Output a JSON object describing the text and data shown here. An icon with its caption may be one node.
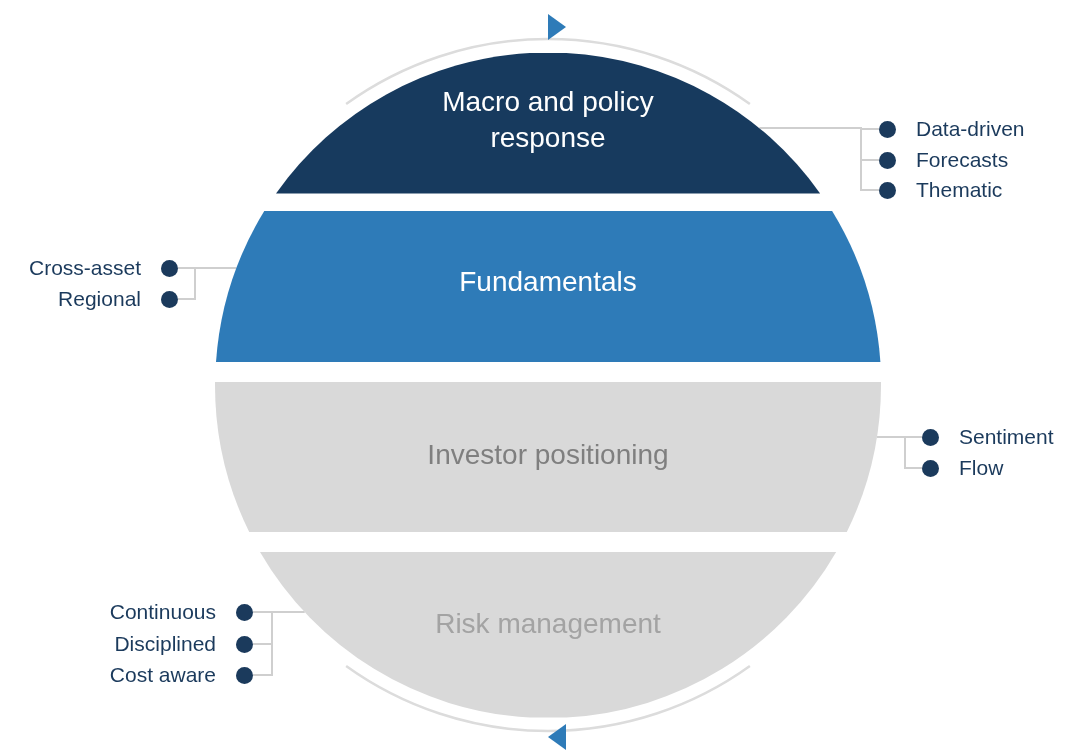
{
  "diagram": {
    "nodes": [
      {
        "text": [
          "Macro and policy response"
        ]
      },
      {
        "text": [
          "Fundamentals"
        ]
      },
      {
        "text": [
          "Investor positioning"
        ]
      },
      {
        "text": [
          "Risk management"
        ]
      },
      {
        "text": [
          "Data-driven"
        ]
      },
      {
        "text": [
          "Forecasts"
        ]
      },
      {
        "text": [
          "Thematic"
        ]
      },
      {
        "text": [
          "Cross-asset"
        ]
      },
      {
        "text": [
          "Regional"
        ]
      },
      {
        "text": [
          "Sentiment"
        ]
      },
      {
        "text": [
          "Flow"
        ]
      },
      {
        "text": [
          "Continuous"
        ]
      },
      {
        "text": [
          "Disciplined"
        ]
      },
      {
        "text": [
          "Cost aware"
        ]
      }
    ],
    "edges": [
      {
        "from": 0,
        "to": 4,
        "arrow": "none"
      },
      {
        "from": 0,
        "to": 5,
        "arrow": "none"
      },
      {
        "from": 0,
        "to": 6,
        "arrow": "none"
      },
      {
        "from": 1,
        "to": 7,
        "arrow": "none"
      },
      {
        "from": 1,
        "to": 8,
        "arrow": "none"
      },
      {
        "from": 2,
        "to": 9,
        "arrow": "none"
      },
      {
        "from": 2,
        "to": 10,
        "arrow": "none"
      },
      {
        "from": 3,
        "to": 11,
        "arrow": "none"
      },
      {
        "from": 3,
        "to": 12,
        "arrow": "none"
      },
      {
        "from": 3,
        "to": 13,
        "arrow": "none"
      }
    ]
  }
}
